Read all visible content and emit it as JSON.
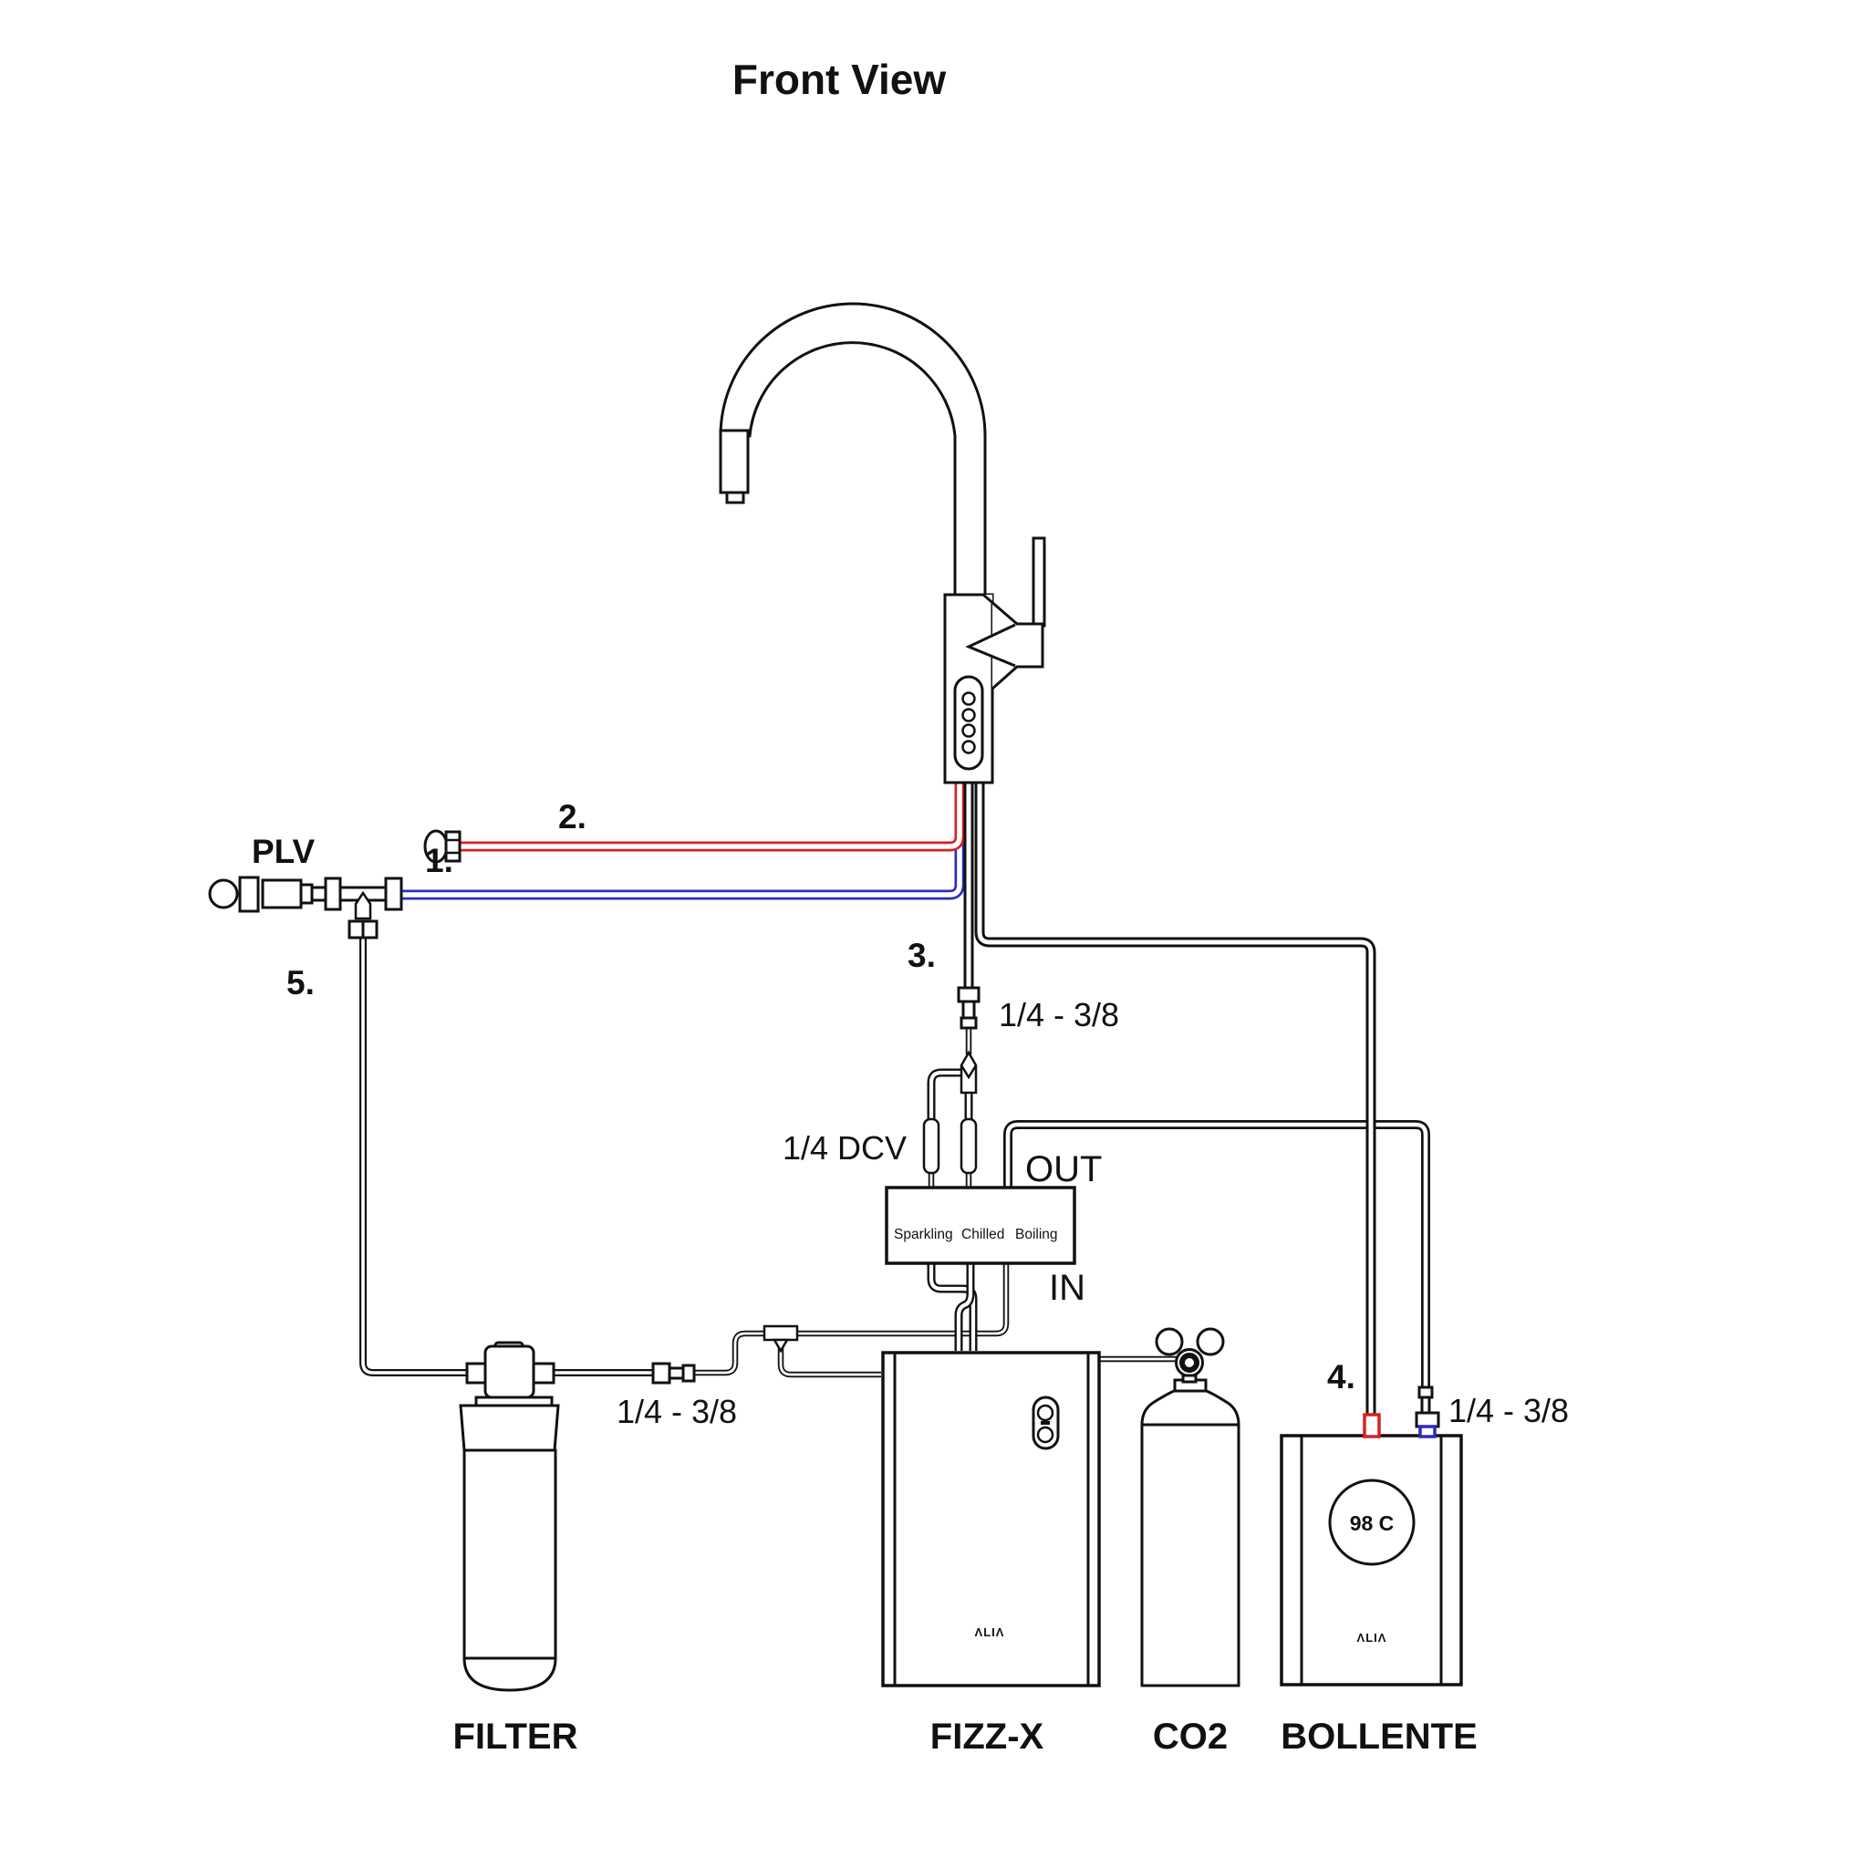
{
  "title": "Front View",
  "colors": {
    "line": "#111111",
    "hot_red": "#d92121",
    "cold_blue": "#2b2bc4",
    "background": "#ffffff"
  },
  "labels": {
    "plv": "PLV",
    "num1": "1.",
    "num2": "2.",
    "num3": "3.",
    "num4": "4.",
    "num5": "5.",
    "fitting_faucet": "1/4 - 3/8",
    "fitting_filter": "1/4 - 3/8",
    "fitting_bollente": "1/4 - 3/8",
    "dcv": "1/4 DCV",
    "out": "OUT",
    "in": "IN"
  },
  "manifold": {
    "ports": [
      "Sparkling",
      "Chilled",
      "Boiling"
    ]
  },
  "units": {
    "filter": {
      "label": "FILTER"
    },
    "fizzx": {
      "label": "FIZZ-X",
      "brand": "ΛLIΛ"
    },
    "co2": {
      "label": "CO2"
    },
    "bollente": {
      "label": "BOLLENTE",
      "brand": "ΛLIΛ",
      "temp": "98 C"
    }
  }
}
